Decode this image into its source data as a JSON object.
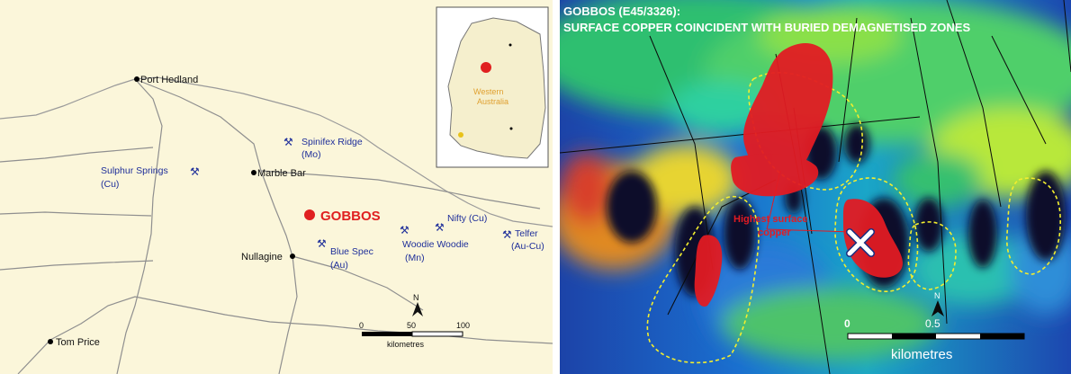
{
  "location_map": {
    "towns": [
      {
        "id": "port-hedland",
        "label": "Port Hedland"
      },
      {
        "id": "marble-bar",
        "label": "Marble Bar"
      },
      {
        "id": "nullagine",
        "label": "Nullagine"
      },
      {
        "id": "tom-price",
        "label": "Tom Price"
      }
    ],
    "deposits": [
      {
        "id": "spinifex-ridge",
        "label": "Spinifex Ridge",
        "commodity": "(Mo)"
      },
      {
        "id": "sulphur-springs",
        "label": "Sulphur Springs",
        "commodity": "(Cu)"
      },
      {
        "id": "blue-spec",
        "label": "Blue Spec",
        "commodity": "(Au)"
      },
      {
        "id": "woodie-woodie",
        "label": "Woodie Woodie",
        "commodity": "(Mn)"
      },
      {
        "id": "nifty",
        "label": "Nifty (Cu)",
        "commodity": ""
      },
      {
        "id": "telfer",
        "label": "Telfer",
        "commodity": "(Au-Cu)"
      }
    ],
    "project_label": "GOBBOS",
    "scale_bar": {
      "ticks": [
        "0",
        "50",
        "100"
      ],
      "unit": "kilometres"
    },
    "north_label": "N",
    "inset": {
      "region_label_1": "Western",
      "region_label_2": "Australia",
      "accent_color": "#e8dba6"
    },
    "colors": {
      "background": "#fbf6da",
      "roads": "#8a8a8a",
      "deposit_text": "#1f2f9a",
      "project": "#e02020"
    }
  },
  "magnetic_map": {
    "title_line_1": "GOBBOS (E45/3326):",
    "title_line_2": "SURFACE COPPER COINCIDENT WITH BURIED DEMAGNETISED ZONES",
    "annotation_1": "Highest surface",
    "annotation_2": "copper",
    "scale_bar": {
      "ticks": [
        "0",
        "0.5"
      ],
      "unit": "kilometres"
    },
    "north_label": "N",
    "colors": {
      "copper": "#e21b23",
      "outline": "#f3ee2e",
      "marker": "#ffffff"
    }
  }
}
